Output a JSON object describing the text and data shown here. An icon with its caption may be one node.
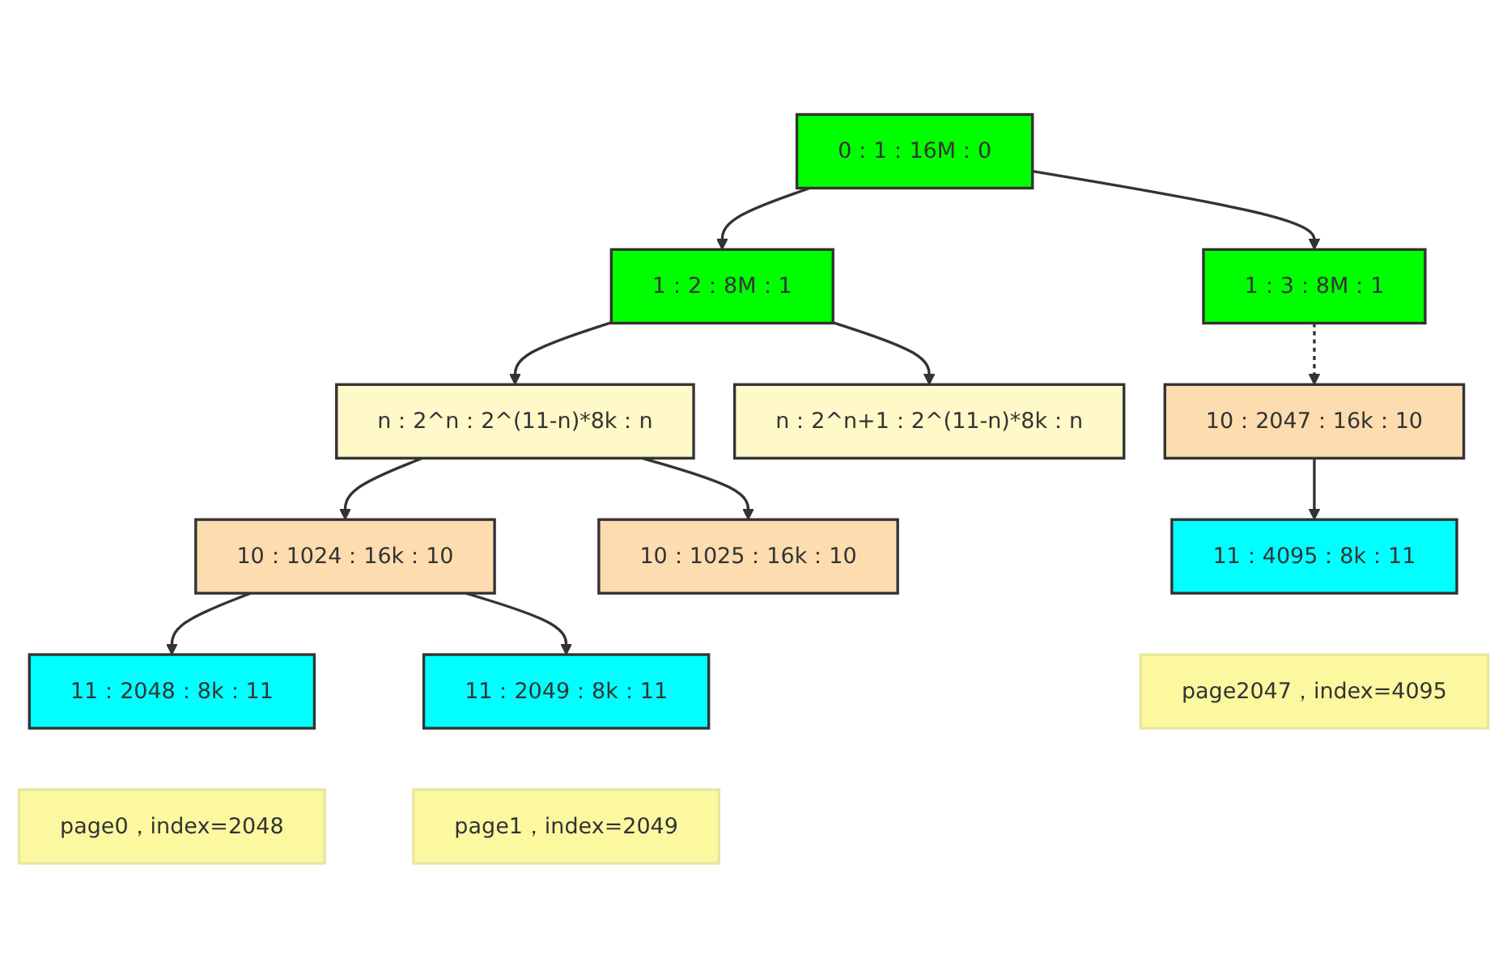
{
  "diagram": {
    "nodes": [
      {
        "text": [
          "0：1：16M：0"
        ]
      },
      {
        "text": [
          "1：2：8M：1"
        ]
      },
      {
        "text": [
          "1：3：8M：1"
        ]
      },
      {
        "text": [
          "n：2^n：2^(11-n)*8k：n"
        ]
      },
      {
        "text": [
          "n：2^n+1：2^(11-n)*8k：n"
        ]
      },
      {
        "text": [
          "10：1024：16k：10"
        ]
      },
      {
        "text": [
          "10：1025：16k：10"
        ]
      },
      {
        "text": [
          "10：2047：16k：10"
        ]
      },
      {
        "text": [
          "11：2048：8k：11"
        ]
      },
      {
        "text": [
          "11：2049：8k：11"
        ]
      },
      {
        "text": [
          "11：4095：8k：11"
        ]
      },
      {
        "text": [
          "page0，index=2048"
        ]
      },
      {
        "text": [
          "page1，index=2049"
        ]
      },
      {
        "text": [
          "page2047，index=4095"
        ]
      }
    ],
    "edges": [
      {
        "from": 0,
        "to": 1,
        "arrow": "to"
      },
      {
        "from": 0,
        "to": 2,
        "arrow": "to"
      },
      {
        "from": 1,
        "to": 3,
        "arrow": "to"
      },
      {
        "from": 1,
        "to": 4,
        "arrow": "to"
      },
      {
        "from": 3,
        "to": 5,
        "arrow": "to"
      },
      {
        "from": 3,
        "to": 6,
        "arrow": "to"
      },
      {
        "from": 2,
        "to": 7,
        "arrow": "to",
        "style": "dashed"
      },
      {
        "from": 5,
        "to": 8,
        "arrow": "to"
      },
      {
        "from": 5,
        "to": 9,
        "arrow": "to"
      },
      {
        "from": 7,
        "to": 10,
        "arrow": "to"
      }
    ]
  }
}
